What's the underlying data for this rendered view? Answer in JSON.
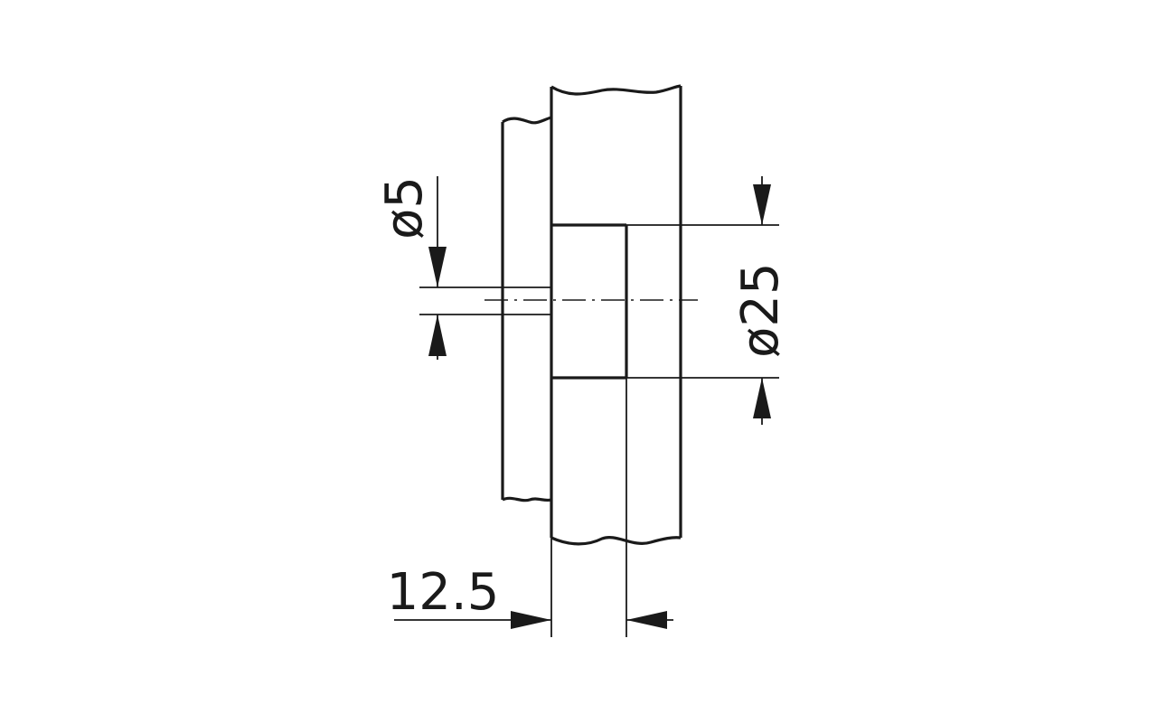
{
  "dimensions": {
    "hole_diameter": "ø5",
    "cup_diameter": "ø25",
    "cup_offset": "12.5"
  },
  "colors": {
    "line": "#1a1a1a",
    "background": "#ffffff"
  }
}
